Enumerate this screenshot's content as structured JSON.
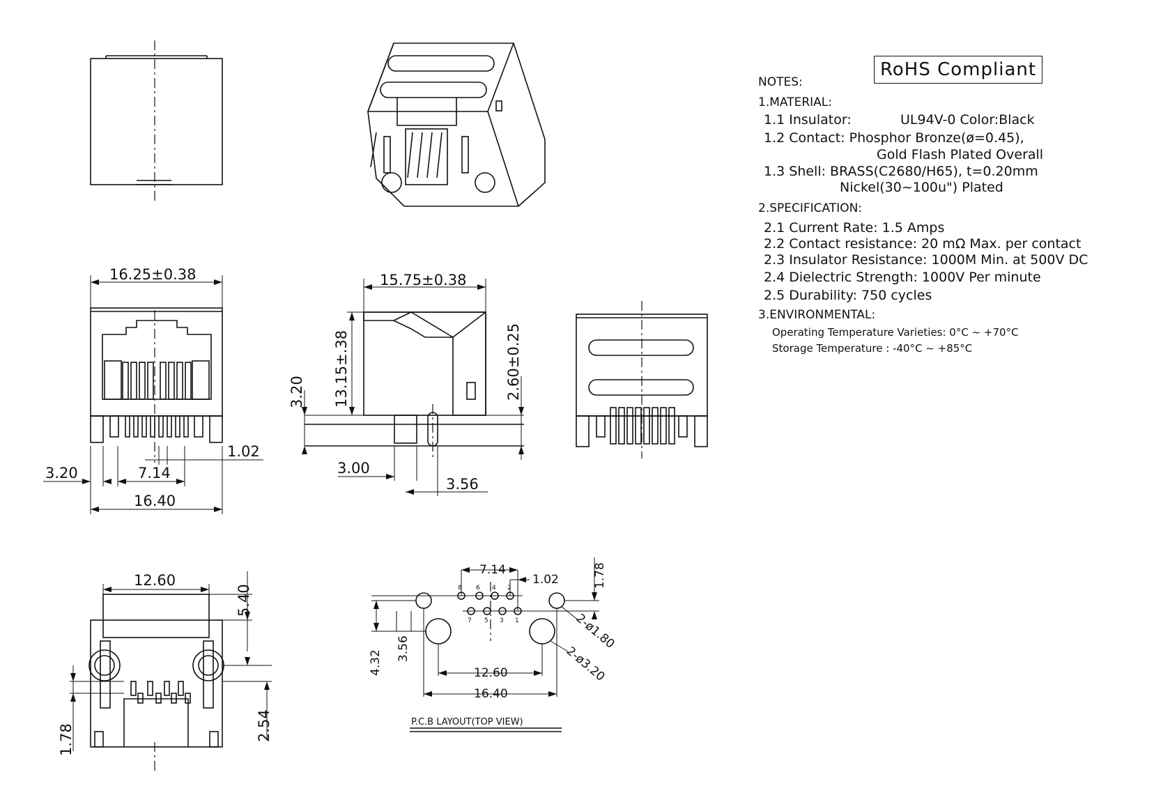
{
  "notes": {
    "rohs": "RoHS Compliant",
    "heading": "NOTES:",
    "material": {
      "title": "1.MATERIAL:",
      "insulator_label": "1.1  Insulator:",
      "insulator_value": "UL94V-0  Color:Black",
      "contact_line1": "1.2  Contact:  Phosphor  Bronze(ø=0.45),",
      "contact_line2": "Gold  Flash  Plated  Overall",
      "shell_line1": "1.3  Shell:  BRASS(C2680/H65),  t=0.20mm",
      "shell_line2": "Nickel(30~100u\")  Plated"
    },
    "specification": {
      "title": "2.SPECIFICATION:",
      "items": [
        "2.1  Current  Rate:  1.5  Amps",
        "2.2  Contact  resistance:  20  mΩ  Max.  per  contact",
        "2.3  Insulator  Resistance:  1000M    Min.  at  500V  DC",
        "2.4  Dielectric  Strength:  1000V  Per  minute",
        "2.5  Durability:  750  cycles"
      ]
    },
    "environmental": {
      "title": "3.ENVIRONMENTAL:",
      "operating": "Operating  Temperature  Varieties:  0°C  ~  +70°C",
      "storage": "Storage  Temperature  :    -40°C  ~  +85°C"
    }
  },
  "dimensions": {
    "front_width_top": "16.25±0.38",
    "side_width": "15.75±0.38",
    "side_height": "13.15±.38",
    "side_left_3_20": "3.20",
    "side_right_height": "2.60±0.25",
    "front_pin_pitch": "1.02",
    "front_3_20": "3.20",
    "front_7_14": "7.14",
    "front_16_40": "16.40",
    "side_3_00": "3.00",
    "side_3_56": "3.56",
    "bottom_12_60": "12.60",
    "bottom_5_40": "5.40",
    "bottom_1_78": "1.78",
    "bottom_2_54": "2.54"
  },
  "pcb": {
    "dim_7_14": "7.14",
    "dim_1_02": "1.02",
    "dim_1_78": "1.78",
    "dim_4_32": "4.32",
    "dim_3_56": "3.56",
    "dim_12_60": "12.60",
    "dim_16_40": "16.40",
    "hole_small": "2-ø1.80",
    "hole_large": "2-ø3.20",
    "pins_top": [
      "8",
      "6",
      "4",
      "2"
    ],
    "pins_bottom": [
      "7",
      "5",
      "3",
      "1"
    ],
    "caption": "P.C.B LAYOUT(TOP VIEW)"
  }
}
